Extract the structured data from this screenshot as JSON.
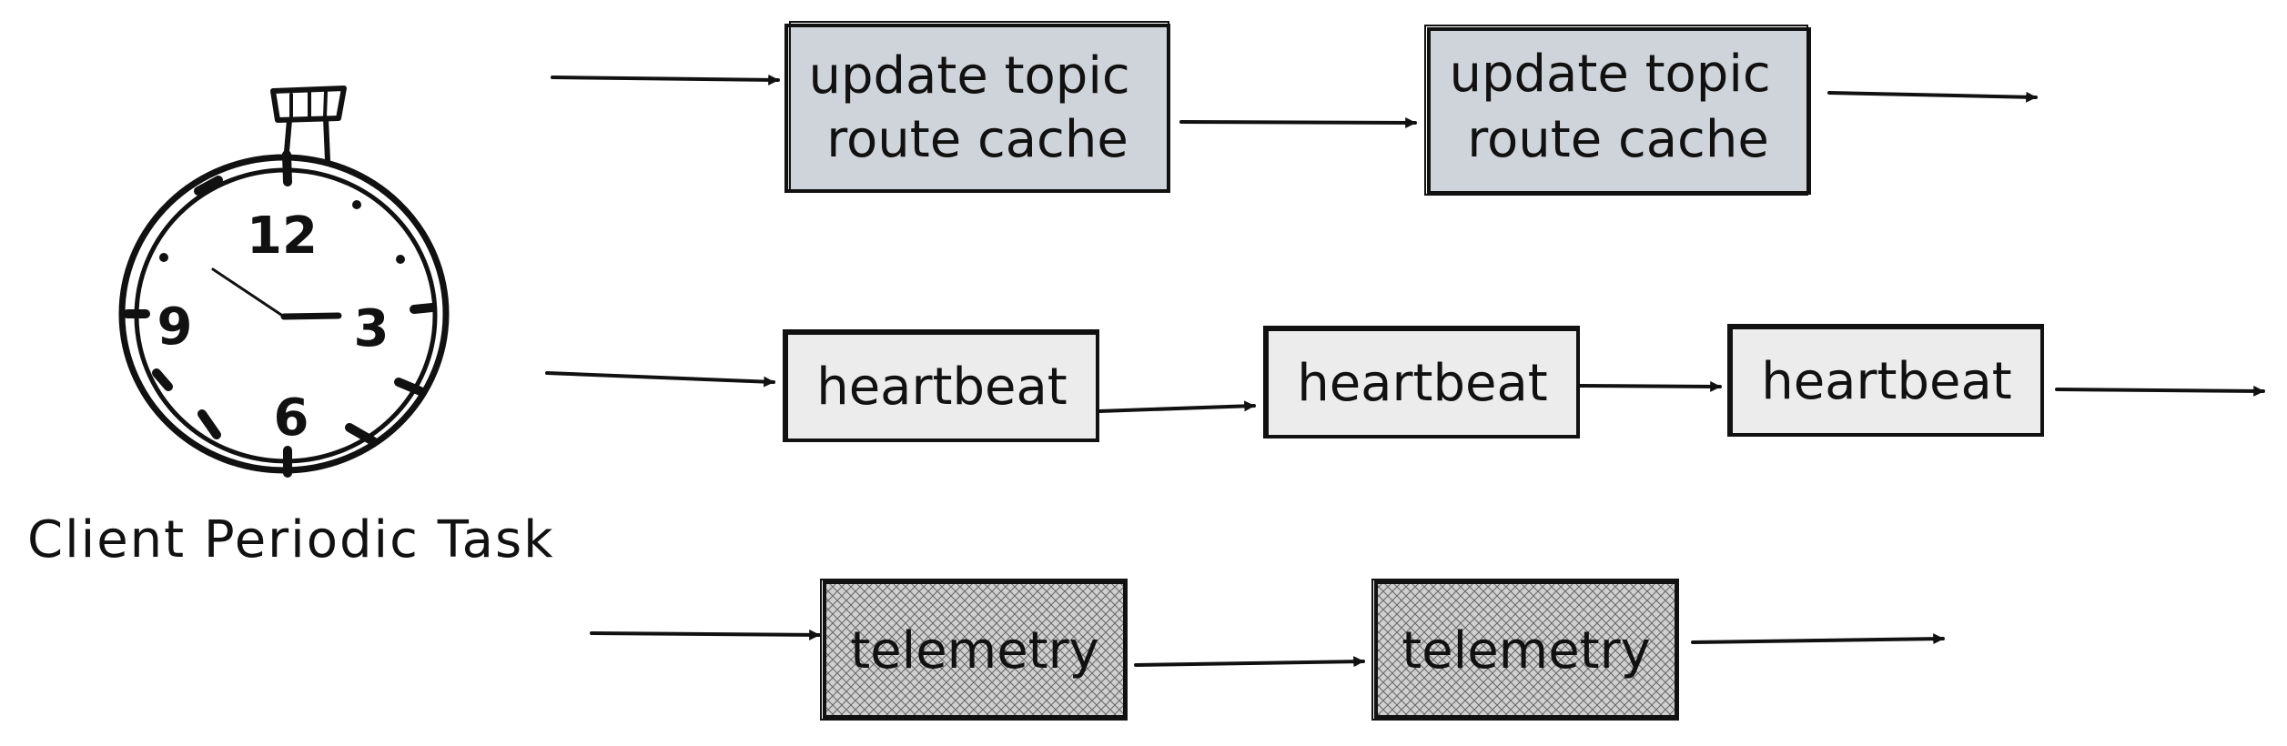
{
  "clock": {
    "caption": "Client Periodic Task",
    "numerals": {
      "twelve": "12",
      "three": "3",
      "six": "6",
      "nine": "9"
    }
  },
  "rows": {
    "route": {
      "boxes": [
        "update topic\nroute cache",
        "update topic\nroute cache"
      ],
      "fill": "#cfd3da"
    },
    "heartbeat": {
      "boxes": [
        "heartbeat",
        "heartbeat",
        "heartbeat"
      ],
      "fill": "#ececec"
    },
    "telemetry": {
      "boxes": [
        "telemetry",
        "telemetry"
      ],
      "fill": "#c9c9c9"
    }
  }
}
